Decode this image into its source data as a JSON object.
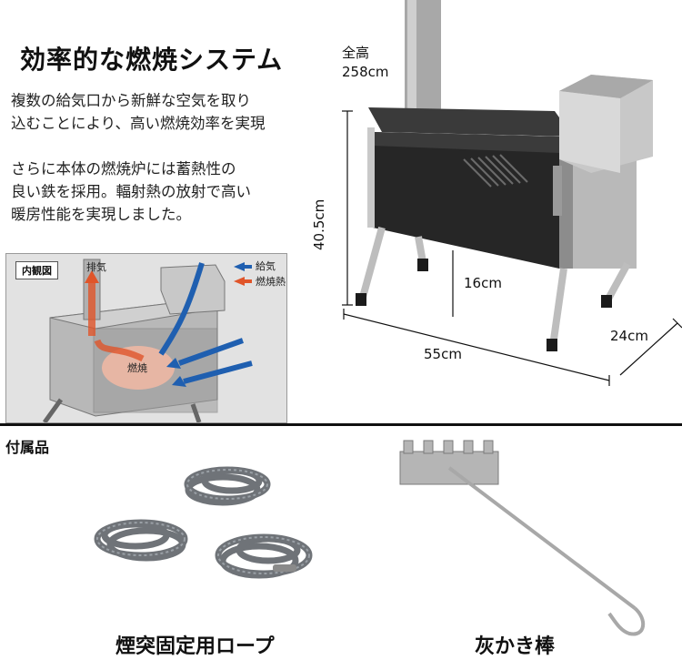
{
  "heading": "効率的な燃焼システム",
  "para1_line1": "複数の給気口から新鮮な空気を取り",
  "para1_line2": "込むことにより、高い燃焼効率を実現",
  "para2_line1": "さらに本体の燃焼炉には蓄熱性の",
  "para2_line2": "良い鉄を採用。輻射熱の放射で高い",
  "para2_line3": "暖房性能を実現しました。",
  "diagram": {
    "badge": "内観図",
    "exhaust": "排気",
    "legend_air": "給気",
    "legend_heat": "燃焼熱",
    "combustion": "燃焼",
    "colors": {
      "air": "#1f5fb0",
      "heat": "#e0552a"
    }
  },
  "dimensions": {
    "total_height_label": "全高",
    "total_height_value": "258cm",
    "height": "40.5cm",
    "leg_height": "16cm",
    "width": "55cm",
    "depth": "24cm"
  },
  "accessories": {
    "label": "付属品",
    "rope": "煙突固定用ロープ",
    "poker": "灰かき棒"
  }
}
